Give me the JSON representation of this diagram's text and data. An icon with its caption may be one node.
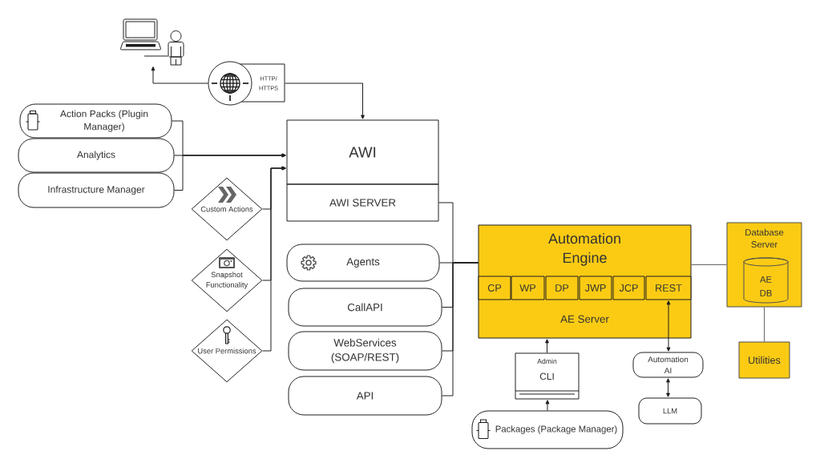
{
  "diagram": {
    "nodes": [
      {
        "text": [],
        "shape": "picture"
      },
      {
        "text": [
          "HTTP/ HTTPS"
        ]
      },
      {
        "text": [
          "Action Packs (Plugin Manager)"
        ]
      },
      {
        "text": [
          "Analytics"
        ]
      },
      {
        "text": [
          "Infrastructure Manager"
        ]
      },
      {
        "text": [
          "AWI"
        ]
      },
      {
        "text": [
          "AWI SERVER"
        ]
      },
      {
        "text": [
          "Custom Actions"
        ]
      },
      {
        "text": [
          "Snapshot Functionality"
        ]
      },
      {
        "text": [
          "User Permissions"
        ]
      },
      {
        "text": [
          "Agents"
        ]
      },
      {
        "text": [
          "CallAPI"
        ]
      },
      {
        "text": [
          "WebServices (SOAP/REST)"
        ]
      },
      {
        "text": [
          "API"
        ]
      },
      {
        "text": [
          "Automation Engine",
          "AE Server"
        ]
      },
      {
        "text": [
          "CP"
        ],
        "in": 14
      },
      {
        "text": [
          "WP"
        ],
        "in": 14
      },
      {
        "text": [
          "DP"
        ],
        "in": 14
      },
      {
        "text": [
          "JWP"
        ],
        "in": 14
      },
      {
        "text": [
          "JCP"
        ],
        "in": 14
      },
      {
        "text": [
          "REST"
        ],
        "in": 14
      },
      {
        "text": [
          "Database Server"
        ]
      },
      {
        "text": [
          "AE DB"
        ],
        "in": 21
      },
      {
        "text": [
          "Utilities"
        ]
      },
      {
        "text": [
          "Admin",
          "CLI"
        ]
      },
      {
        "text": [
          "Automation AI"
        ]
      },
      {
        "text": [
          "LLM"
        ]
      },
      {
        "text": [
          "Packages (Package Manager)"
        ]
      }
    ],
    "edges": [
      {
        "from": 1,
        "to": 0,
        "arrow": "to"
      },
      {
        "from": 1,
        "to": 5,
        "arrow": "to"
      },
      {
        "from": 2,
        "to": 5,
        "arrow": "to"
      },
      {
        "from": 3,
        "to": 5,
        "arrow": "to"
      },
      {
        "from": 4,
        "to": 5,
        "arrow": "to"
      },
      {
        "from": 7,
        "to": 5,
        "arrow": "to"
      },
      {
        "from": 8,
        "to": 5,
        "arrow": "to"
      },
      {
        "from": 9,
        "to": 5,
        "arrow": "to"
      },
      {
        "from": 6,
        "to": 14,
        "arrow": "none"
      },
      {
        "from": 10,
        "to": 14,
        "arrow": "none"
      },
      {
        "from": 11,
        "to": 14,
        "arrow": "none"
      },
      {
        "from": 12,
        "to": 14,
        "arrow": "none"
      },
      {
        "from": 13,
        "to": 14,
        "arrow": "none"
      },
      {
        "from": 14,
        "to": 21,
        "arrow": "none",
        "color": "#666666"
      },
      {
        "from": 21,
        "to": 23,
        "arrow": "none",
        "color": "#666666"
      },
      {
        "from": 24,
        "to": 14,
        "arrow": "to"
      },
      {
        "from": 27,
        "to": 24,
        "arrow": "to"
      },
      {
        "from": 20,
        "to": 25,
        "arrow": "both"
      },
      {
        "from": 25,
        "to": 26,
        "arrow": "both"
      }
    ]
  }
}
